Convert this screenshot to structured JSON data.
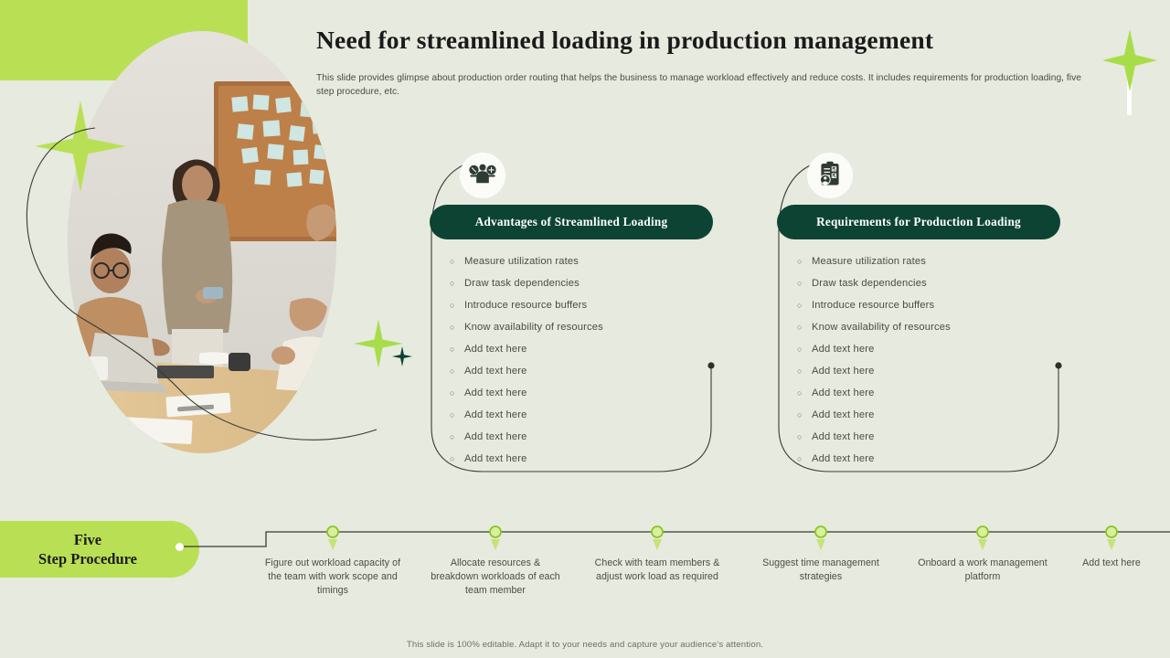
{
  "header": {
    "title": "Need for streamlined loading in production management",
    "subtitle": "This slide provides glimpse about production order routing that helps the business to manage workload effectively and reduce costs. It includes requirements for production loading, five step procedure, etc."
  },
  "colors": {
    "background": "#e7eade",
    "accent_green": "#b9e055",
    "dark_green": "#0d4332",
    "text": "#4c4c48",
    "line": "#3a3a35"
  },
  "cards": [
    {
      "icon": "people-balance-icon",
      "title": "Advantages of Streamlined Loading",
      "items": [
        "Measure utilization rates",
        "Draw task dependencies",
        "Introduce resource buffers",
        "Know availability of resources",
        "Add text here",
        "Add text here",
        "Add text here",
        "Add text here",
        "Add text here",
        "Add text here"
      ]
    },
    {
      "icon": "clipboard-person-icon",
      "title": "Requirements for Production Loading",
      "items": [
        "Measure utilization rates",
        "Draw task dependencies",
        "Introduce resource buffers",
        "Know availability of resources",
        "Add text here",
        "Add text here",
        "Add text here",
        "Add text here",
        "Add text here",
        "Add text here"
      ]
    }
  ],
  "timeline": {
    "label_line1": "Five",
    "label_line2": "Step Procedure",
    "steps": [
      "Figure out workload capacity of the team with work scope and timings",
      "Allocate resources & breakdown workloads of each team member",
      "Check with team members & adjust work load as required",
      "Suggest time management strategies",
      "Onboard a work management platform",
      "Add text here"
    ]
  },
  "footer": {
    "note": "This slide is 100% editable. Adapt it to your needs and capture your audience's attention."
  }
}
